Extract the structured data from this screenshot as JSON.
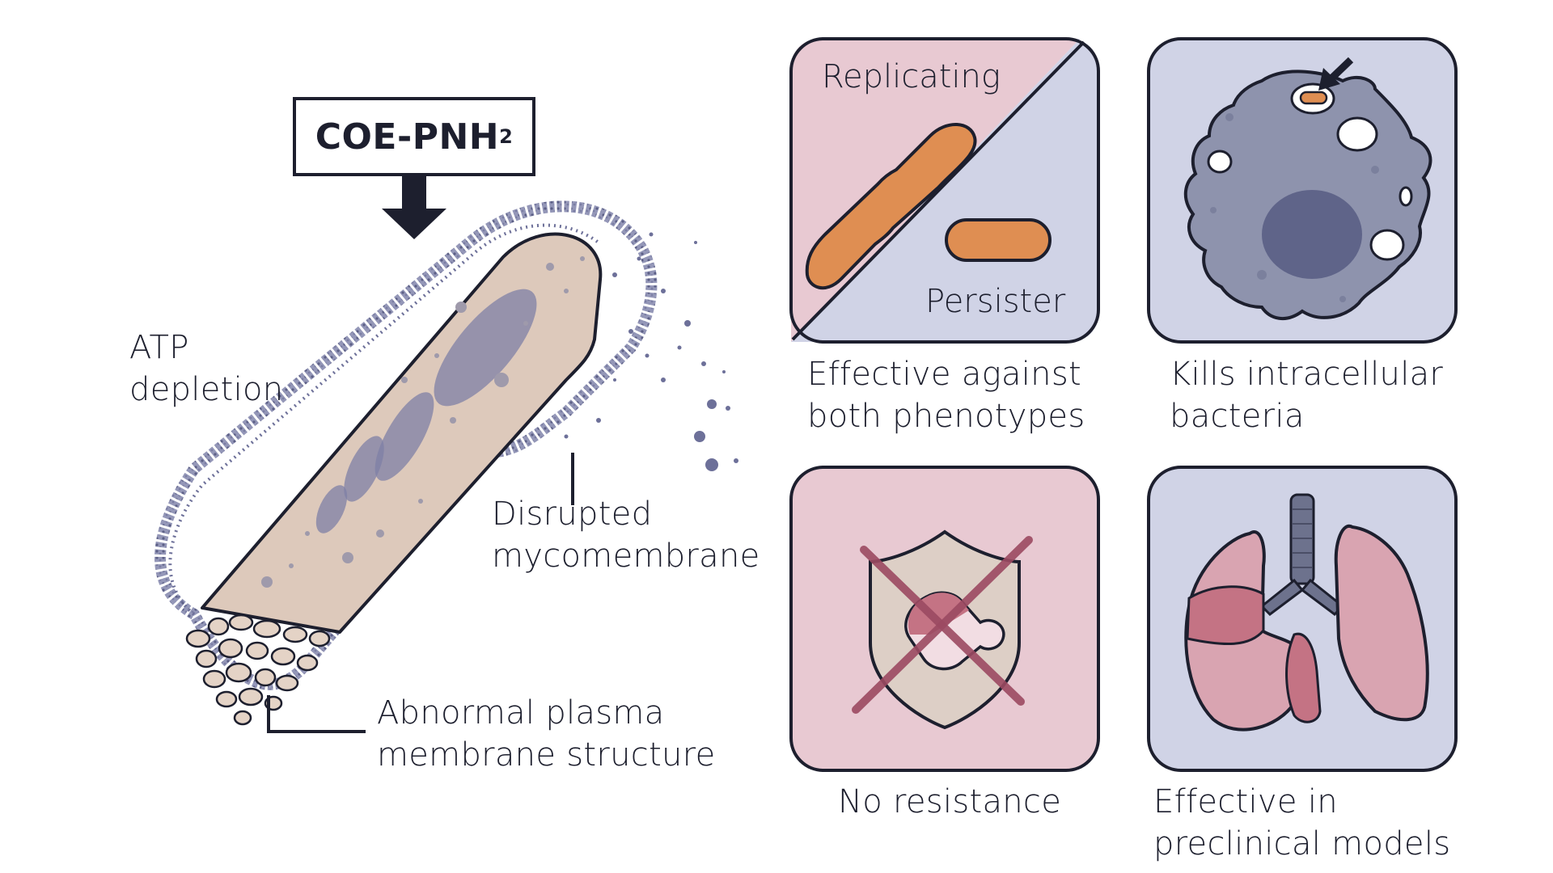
{
  "drug": {
    "name": "COE-PNH",
    "subscript": "2"
  },
  "labels": {
    "atp": [
      "ATP",
      "depletion"
    ],
    "mycomembrane": [
      "Disrupted",
      "mycomembrane"
    ],
    "plasma": [
      "Abnormal plasma",
      "membrane structure"
    ]
  },
  "panels": {
    "phenotypes": {
      "replicating": "Replicating",
      "persister": "Persister",
      "caption": [
        "Effective against",
        "both phenotypes"
      ]
    },
    "intracellular": {
      "caption": [
        "Kills intracellular",
        "bacteria"
      ]
    },
    "resistance": {
      "caption": [
        "No resistance"
      ]
    },
    "preclinical": {
      "caption": [
        "Effective in",
        "preclinical models"
      ]
    }
  },
  "colors": {
    "outline": "#1d1f2e",
    "pink_bg": "#e8c9d2",
    "lavender_bg": "#d0d3e6",
    "bacterium_orange": "#df8e52",
    "cell_gray": "#8e93ad",
    "nucleus": "#5f6489",
    "cytoplasm": "#ddc9bb",
    "membrane_blue": "#6d7099",
    "lung_pink": "#d9a4b1",
    "lung_dark": "#c47384",
    "cross": "#9c4a62"
  }
}
